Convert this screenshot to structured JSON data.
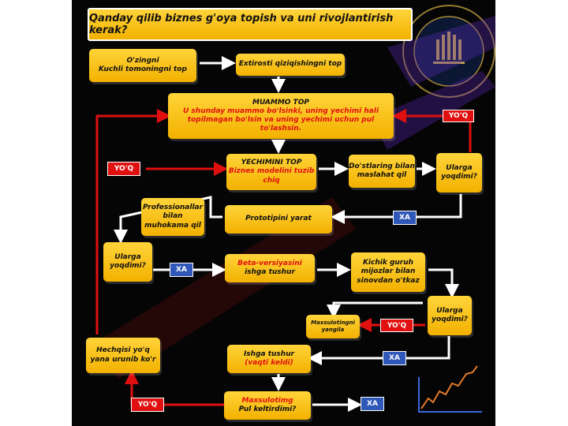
{
  "title": "Qanday qilib biznes g'oya topish va uni rivojlantirish kerak?",
  "boxes": {
    "strengths": [
      "O'zingni",
      "Kuchli tomoningni top"
    ],
    "interest": "Extirosti qiziqishingni top",
    "problem_title": "MUAMMO TOP",
    "problem_text": "U shunday muammo bo'lsinki, uning yechimi hali topilmagan bo'lsin va uning yechimi uchun pul to'lashsin.",
    "solution_title": "YECHIMINI TOP",
    "solution_text": "Biznes modelini tuzib chiq",
    "consult": [
      "Do'stlaring bilan",
      "maslahat qil"
    ],
    "suits1": [
      "Ularga",
      "yoqdimi?"
    ],
    "professionals": [
      "Professionallar",
      "bilan",
      "muhokama qil"
    ],
    "prototype": "Prototipini yarat",
    "suits2": [
      "Ularga",
      "yoqdimi?"
    ],
    "beta_title": "Beta-versiyasini",
    "beta_text": "ishga tushur",
    "small_group": [
      "Kichik guruh",
      "mijozlar bilan",
      "sinovdan o'tkaz"
    ],
    "suits3": [
      "Ularga",
      "yoqdimi?"
    ],
    "update": [
      "Maxsulotingni",
      "yangila"
    ],
    "never_give_up": [
      "Hechqisi yo'q",
      "yana urunib ko'r"
    ],
    "launch_title": "Ishga tushur",
    "launch_text": "(vaqti keldi)",
    "profit": [
      "Maxsulotimg",
      "Pul keltirdimi?"
    ]
  },
  "tags": {
    "yes": "YO'Q",
    "no": "XA"
  },
  "colors": {
    "box": "#f3b100",
    "red_arrow": "#e01010",
    "blue_tag": "#2f58b8",
    "white_arrow": "#ffffff"
  }
}
